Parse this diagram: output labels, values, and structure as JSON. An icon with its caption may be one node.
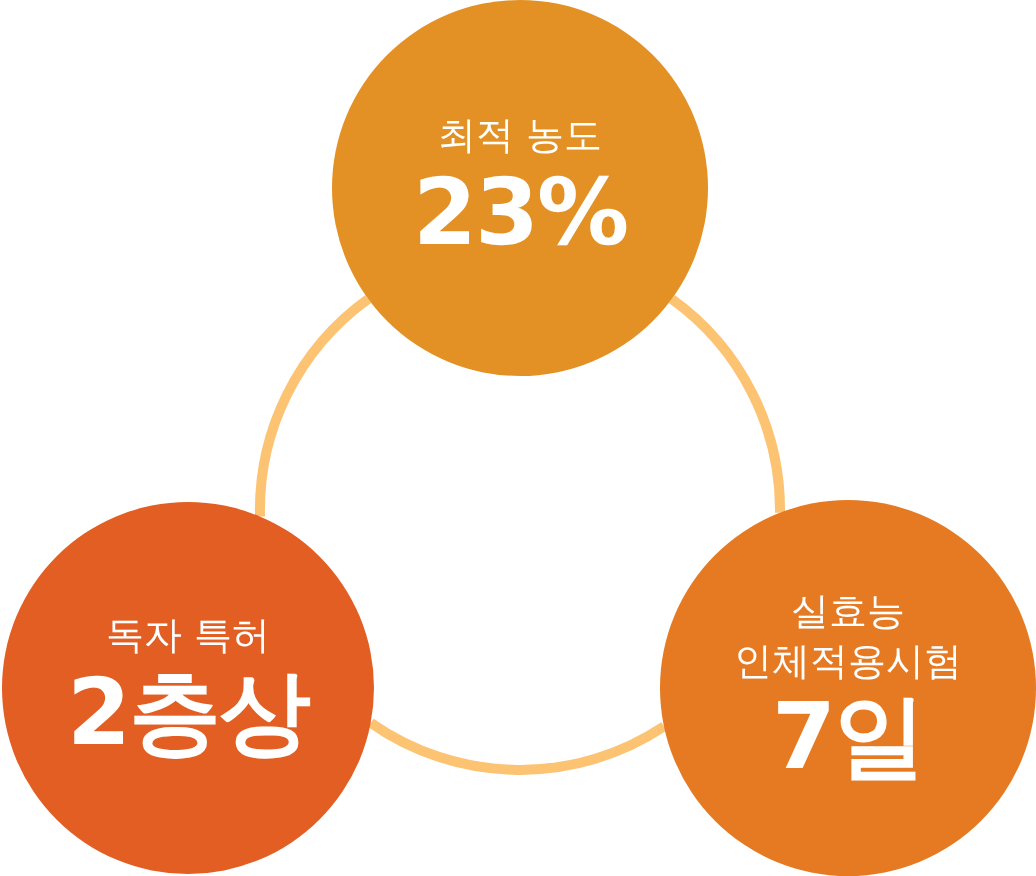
{
  "diagram": {
    "nodes": [
      {
        "text": [
          "최적 농도",
          "23%"
        ]
      },
      {
        "text": [
          "독자 특허",
          "2층상"
        ]
      },
      {
        "text": [
          "실효능 인체적용시험",
          "7일"
        ]
      }
    ],
    "edges": [
      {
        "from": 0,
        "to": 2,
        "arrow": "none"
      },
      {
        "from": 2,
        "to": 1,
        "arrow": "none"
      },
      {
        "from": 1,
        "to": 0,
        "arrow": "none"
      }
    ]
  }
}
